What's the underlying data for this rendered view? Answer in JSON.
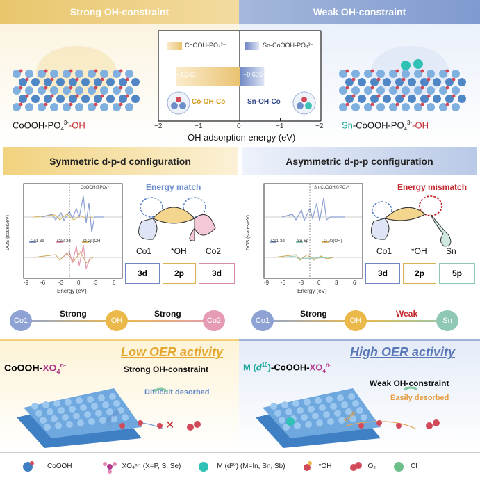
{
  "header": {
    "left": "Strong OH-constraint",
    "right": "Weak OH-constraint"
  },
  "top_chart": {
    "legend_left": "CoOOH-PO₄³⁻",
    "legend_right": "Sn-CoOOH-PO₄³⁻",
    "value_left": "−1.563",
    "value_right": "−0.605",
    "label_left": "Co-OH-Co",
    "label_right": "Sn-OH-Co",
    "ticks": [
      "−2",
      "−1",
      "0",
      "−1",
      "−2"
    ],
    "xlabel": "OH adsorption energy (eV)"
  },
  "structures": {
    "left_label_a": "CoOOH-PO",
    "left_sub": "4",
    "left_sup": "3-",
    "left_suffix": "-OH",
    "right_prefix": "Sn",
    "right_label_a": "-CoOOH-PO",
    "right_sub": "4",
    "right_sup": "3-",
    "right_suffix": "-OH"
  },
  "sections": {
    "left": "Symmetric d-p-d configuration",
    "right": "Asymmetric d-p-p configuration"
  },
  "dos_left": {
    "title": "CoOOH@PO₄³⁻",
    "ylabel": "DOS (states/eV)",
    "xlabel": "Energy (eV)",
    "xticks": [
      "-9",
      "-6",
      "-3",
      "0",
      "3",
      "6"
    ],
    "legend": [
      "Co1-3d",
      "Co2-3d",
      "O-2p(OH)"
    ]
  },
  "dos_right": {
    "title": "Sn-CoOOH@PO₄³⁻",
    "ylabel": "DOS (states/eV)",
    "xlabel": "Energy (eV)",
    "xticks": [
      "-9",
      "-6",
      "-3",
      "0",
      "3",
      "6"
    ],
    "legend": [
      "Co1-3d",
      "Sn-5p",
      "O-2p(OH)"
    ]
  },
  "orbital_left": {
    "title": "Energy match",
    "labels": [
      "Co1",
      "*OH",
      "Co2"
    ],
    "boxes": [
      "3d",
      "2p",
      "3d"
    ]
  },
  "orbital_right": {
    "title": "Energy mismatch",
    "labels": [
      "Co1",
      "*OH",
      "Sn"
    ],
    "boxes": [
      "3d",
      "2p",
      "5p"
    ]
  },
  "chain_left": {
    "nodes": [
      "Co1",
      "OH",
      "Co2"
    ],
    "bonds": [
      "Strong",
      "Strong"
    ]
  },
  "chain_right": {
    "nodes": [
      "Co1",
      "OH",
      "Sn"
    ],
    "bonds": [
      "Strong",
      "Weak"
    ]
  },
  "bottom_left": {
    "activity": "Low OER activity",
    "formula_a": "CoOOH-",
    "formula_b": "XO",
    "formula_sub": "4",
    "formula_sup": "n-",
    "constraint": "Strong OH-constraint",
    "note": "Difficult desorbed",
    "tag": "Strong"
  },
  "bottom_right": {
    "activity": "High OER activity",
    "formula_m": "M (",
    "formula_d": "d",
    "formula_dsup": "10",
    "formula_close": ")",
    "formula_a": "-CoOOH-",
    "formula_b": "XO",
    "formula_sub": "4",
    "formula_sup": "n-",
    "constraint": "Weak OH-constraint",
    "note": "Easily desorbed",
    "tag": "Weak"
  },
  "legend": {
    "items": [
      "CoOOH",
      "XO₄ⁿ⁻ (X=P, S, Se)",
      "M (d¹⁰) (M=In, Sn, Sb)",
      "*OH",
      "O₂",
      "Cl"
    ]
  },
  "colors": {
    "gold": "#e8b637",
    "blue": "#7f9ad0",
    "co1": "#8ea3d3",
    "oh": "#ebb94a",
    "co2": "#e59bb4",
    "sn": "#8fc9b6",
    "red": "#c3282e"
  }
}
